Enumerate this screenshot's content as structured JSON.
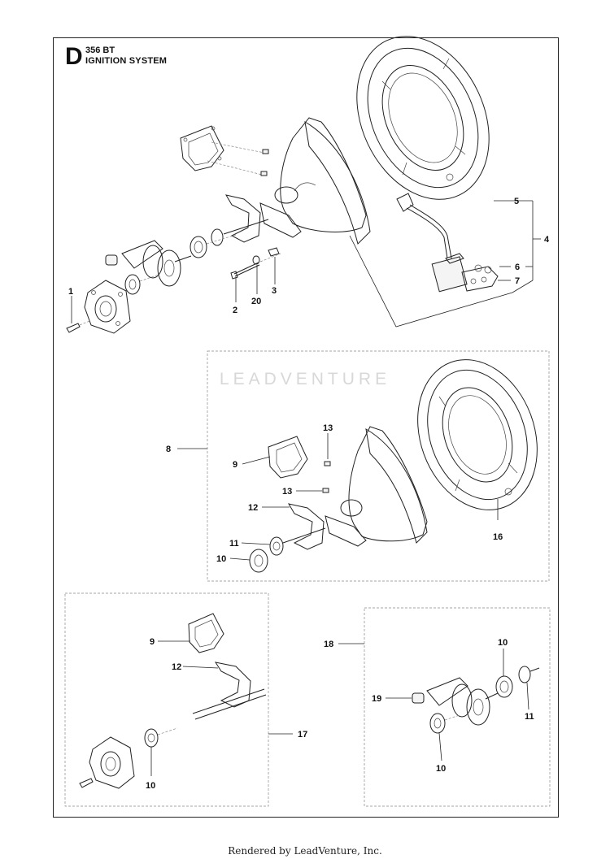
{
  "header": {
    "section_letter": "D",
    "model": "356 BT",
    "title": "IGNITION SYSTEM"
  },
  "watermark": {
    "text": "LEADVENTURE"
  },
  "callouts": [
    "1",
    "2",
    "20",
    "3",
    "5",
    "4",
    "6",
    "7",
    "8",
    "9",
    "13",
    "13",
    "12",
    "11",
    "10",
    "16",
    "9",
    "12",
    "17",
    "10",
    "18",
    "10",
    "19",
    "11",
    "10"
  ],
  "footer": {
    "text": "Rendered by LeadVenture, Inc."
  }
}
